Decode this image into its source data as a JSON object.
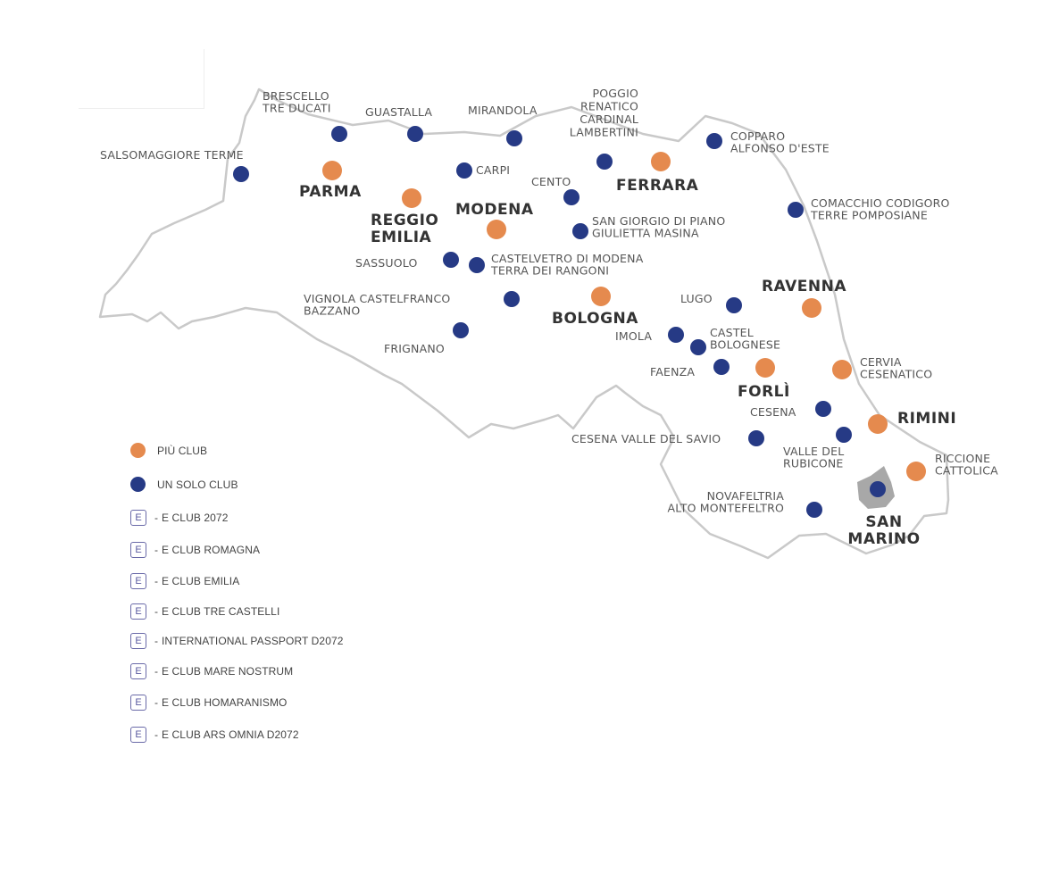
{
  "colors": {
    "orange": "#e58a4e",
    "navy": "#263a85",
    "outline": "#c9c9c9",
    "san_marino": "#a8a8a8"
  },
  "cities": [
    {
      "id": "brescello",
      "label": "BRESCELLO TRE DUCATI",
      "lines": [
        "BRESCELLO",
        "TRE DUCATI"
      ],
      "type": "single"
    },
    {
      "id": "guastalla",
      "label": "GUASTALLA",
      "lines": [
        "GUASTALLA"
      ],
      "type": "single"
    },
    {
      "id": "mirandola",
      "label": "MIRANDOLA",
      "lines": [
        "MIRANDOLA"
      ],
      "type": "single"
    },
    {
      "id": "poggio",
      "label": "POGGIO RENATICO CARDINAL LAMBERTINI",
      "lines": [
        "POGGIO",
        "RENATICO",
        "CARDINAL",
        "LAMBERTINI"
      ],
      "type": "single"
    },
    {
      "id": "copparo",
      "label": "COPPARO ALFONSO D'ESTE",
      "lines": [
        "COPPARO",
        "ALFONSO D'ESTE"
      ],
      "type": "single"
    },
    {
      "id": "salsomaggiore",
      "label": "SALSOMAGGIORE TERME",
      "lines": [
        "SALSOMAGGIORE TERME"
      ],
      "type": "single"
    },
    {
      "id": "parma",
      "label": "PARMA",
      "lines": [
        "PARMA"
      ],
      "type": "multi"
    },
    {
      "id": "carpi",
      "label": "CARPI",
      "lines": [
        "CARPI"
      ],
      "type": "single"
    },
    {
      "id": "ferrara",
      "label": "FERRARA",
      "lines": [
        "FERRARA"
      ],
      "type": "multi"
    },
    {
      "id": "cento",
      "label": "CENTO",
      "lines": [
        "CENTO"
      ],
      "type": "single"
    },
    {
      "id": "reggio",
      "label": "REGGIO EMILIA",
      "lines": [
        "REGGIO",
        "EMILIA"
      ],
      "type": "multi"
    },
    {
      "id": "modena",
      "label": "MODENA",
      "lines": [
        "MODENA"
      ],
      "type": "multi"
    },
    {
      "id": "comacchio",
      "label": "COMACCHIO CODIGORO TERRE POMPOSIANE",
      "lines": [
        "COMACCHIO CODIGORO",
        "TERRE POMPOSIANE"
      ],
      "type": "single"
    },
    {
      "id": "sangiorgio",
      "label": "SAN GIORGIO DI PIANO GIULIETTA MASINA",
      "lines": [
        "SAN GIORGIO DI PIANO",
        "GIULIETTA MASINA"
      ],
      "type": "single"
    },
    {
      "id": "sassuolo",
      "label": "SASSUOLO",
      "lines": [
        "SASSUOLO"
      ],
      "type": "single"
    },
    {
      "id": "castelvetro",
      "label": "CASTELVETRO DI MODENA TERRA DEI RANGONI",
      "lines": [
        "CASTELVETRO DI MODENA",
        "TERRA DEI RANGONI"
      ],
      "type": "single"
    },
    {
      "id": "vignola",
      "label": "VIGNOLA CASTELFRANCO BAZZANO",
      "lines": [
        "VIGNOLA CASTELFRANCO",
        "BAZZANO"
      ],
      "type": "single"
    },
    {
      "id": "bologna",
      "label": "BOLOGNA",
      "lines": [
        "BOLOGNA"
      ],
      "type": "multi"
    },
    {
      "id": "lugo",
      "label": "LUGO",
      "lines": [
        "LUGO"
      ],
      "type": "single"
    },
    {
      "id": "ravenna",
      "label": "RAVENNA",
      "lines": [
        "RAVENNA"
      ],
      "type": "multi"
    },
    {
      "id": "frignano",
      "label": "FRIGNANO",
      "lines": [
        "FRIGNANO"
      ],
      "type": "single"
    },
    {
      "id": "imola",
      "label": "IMOLA",
      "lines": [
        "IMOLA"
      ],
      "type": "single"
    },
    {
      "id": "castelbolognese",
      "label": "CASTEL BOLOGNESE",
      "lines": [
        "CASTEL",
        "BOLOGNESE"
      ],
      "type": "single"
    },
    {
      "id": "faenza",
      "label": "FAENZA",
      "lines": [
        "FAENZA"
      ],
      "type": "single"
    },
    {
      "id": "forli",
      "label": "FORLÌ",
      "lines": [
        "FORLÌ"
      ],
      "type": "multi"
    },
    {
      "id": "cervia",
      "label": "CERVIA CESENATICO",
      "lines": [
        "CERVIA",
        "CESENATICO"
      ],
      "type": "multi"
    },
    {
      "id": "cesena",
      "label": "CESENA",
      "lines": [
        "CESENA"
      ],
      "type": "single"
    },
    {
      "id": "rimini",
      "label": "RIMINI",
      "lines": [
        "RIMINI"
      ],
      "type": "multi"
    },
    {
      "id": "cesenavalle",
      "label": "CESENA VALLE DEL SAVIO",
      "lines": [
        "CESENA VALLE DEL SAVIO"
      ],
      "type": "single"
    },
    {
      "id": "rubicone",
      "label": "VALLE DEL RUBICONE",
      "lines": [
        "VALLE DEL",
        "RUBICONE"
      ],
      "type": "single"
    },
    {
      "id": "riccione",
      "label": "RICCIONE CATTOLICA",
      "lines": [
        "RICCIONE",
        "CATTOLICA"
      ],
      "type": "multi"
    },
    {
      "id": "sanmarino",
      "label": "SAN MARINO",
      "lines": [
        "SAN",
        "MARINO"
      ],
      "type": "single"
    },
    {
      "id": "novafeltria",
      "label": "NOVAFELTRIA ALTO MONTEFELTRO",
      "lines": [
        "NOVAFELTRIA",
        "ALTO MONTEFELTRO"
      ],
      "type": "single"
    }
  ],
  "legend": {
    "multi_label": "PIÙ CLUB",
    "single_label": "UN SOLO CLUB",
    "badge_letter": "E",
    "eclubs": [
      "E CLUB 2072",
      "E CLUB ROMAGNA",
      "E CLUB EMILIA",
      "E CLUB TRE CASTELLI",
      "INTERNATIONAL PASSPORT D2072",
      "E CLUB MARE NOSTRUM",
      "E CLUB HOMARANISMO",
      "E CLUB ARS OMNIA D2072"
    ]
  }
}
